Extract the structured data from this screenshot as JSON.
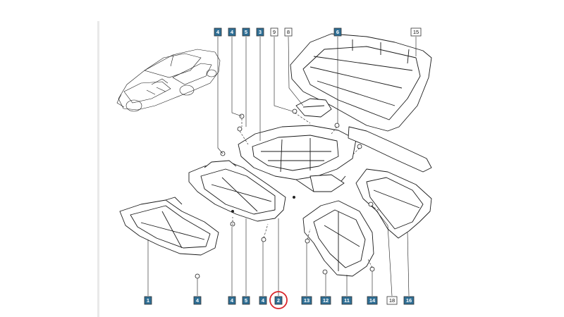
{
  "colors": {
    "callout_blue": "#2f6f95",
    "highlight_circle": "#d9262b",
    "line": "#1a1a1a"
  },
  "callouts": [
    {
      "id": "c-top-4",
      "text": "4",
      "style": "blue"
    },
    {
      "id": "c-top-4b",
      "text": "4",
      "style": "blue"
    },
    {
      "id": "c-top-5",
      "text": "5",
      "style": "blue"
    },
    {
      "id": "c-top-3",
      "text": "3",
      "style": "blue"
    },
    {
      "id": "c-top-8",
      "text": "8",
      "style": "white"
    },
    {
      "id": "c-top-6",
      "text": "6",
      "style": "blue"
    },
    {
      "id": "c-top-15",
      "text": "15",
      "style": "white"
    },
    {
      "id": "c-mid-9",
      "text": "9",
      "style": "white"
    },
    {
      "id": "c-bot-1",
      "text": "1",
      "style": "blue"
    },
    {
      "id": "c-bot-4",
      "text": "4",
      "style": "blue"
    },
    {
      "id": "c-bot-4b",
      "text": "4",
      "style": "blue"
    },
    {
      "id": "c-bot-5",
      "text": "5",
      "style": "blue"
    },
    {
      "id": "c-bot-4c",
      "text": "4",
      "style": "blue"
    },
    {
      "id": "c-bot-2",
      "text": "2",
      "style": "blue"
    },
    {
      "id": "c-bot-13",
      "text": "13",
      "style": "blue"
    },
    {
      "id": "c-bot-12",
      "text": "12",
      "style": "blue"
    },
    {
      "id": "c-bot-11",
      "text": "11",
      "style": "blue"
    },
    {
      "id": "c-bot-14",
      "text": "14",
      "style": "blue"
    },
    {
      "id": "c-bot-18",
      "text": "18",
      "style": "white"
    },
    {
      "id": "c-bot-16",
      "text": "16",
      "style": "blue"
    }
  ]
}
